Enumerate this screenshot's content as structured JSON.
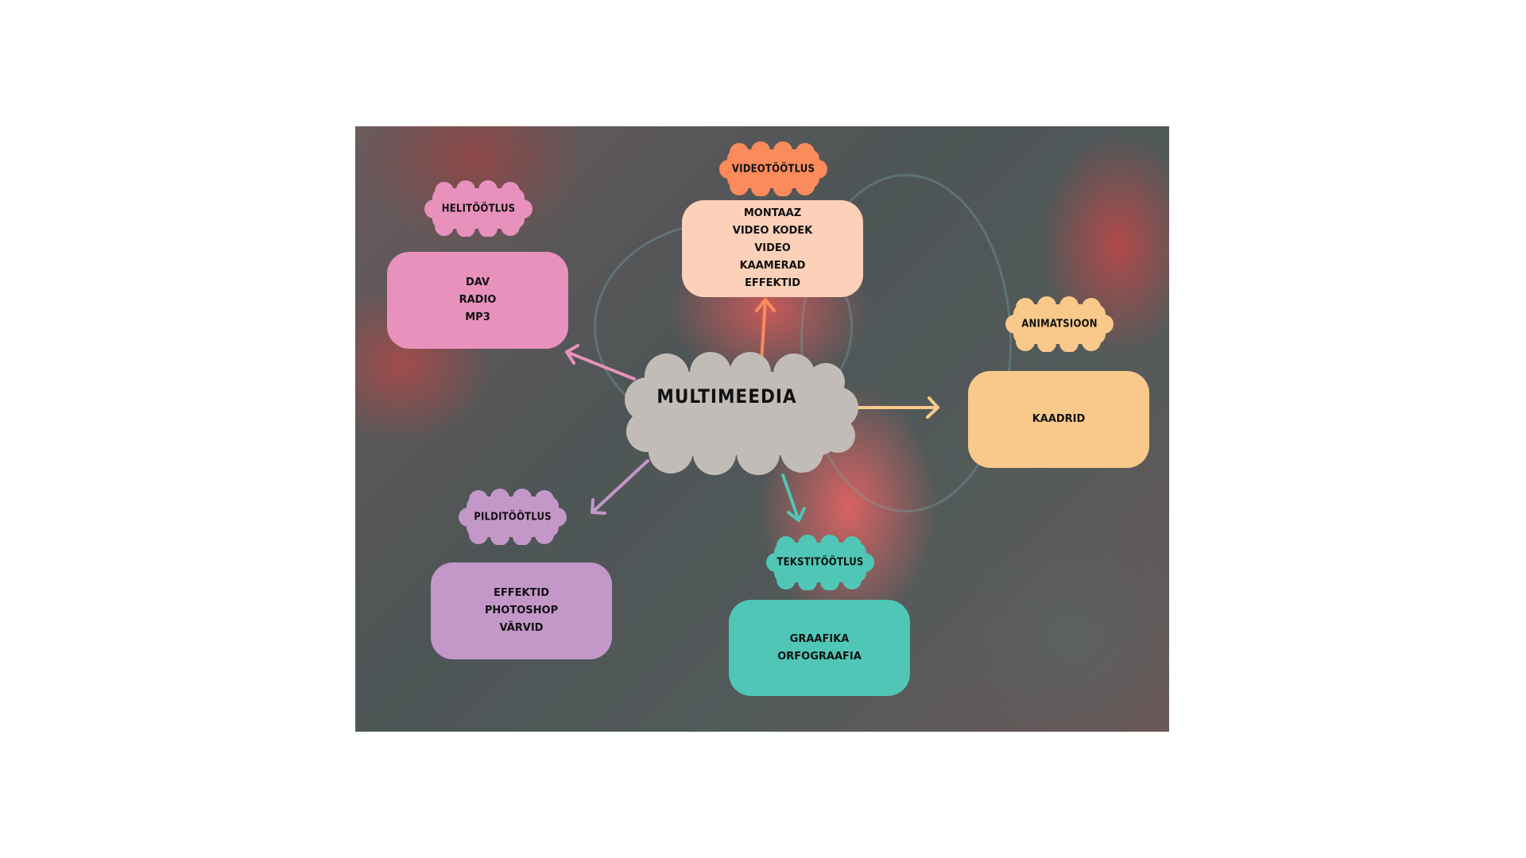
{
  "center": {
    "label": "MULTIMEEDIA",
    "color": "#c2bcb8"
  },
  "nodes": [
    {
      "id": "heli",
      "title": "HELITÖÖTLUS",
      "items": [
        "DAV",
        "RADIO",
        "MP3"
      ],
      "color": "#e891bd"
    },
    {
      "id": "video",
      "title": "VIDEOTÖÖTLUS",
      "items": [
        "MONTAAZ",
        "VIDEO KODEK",
        "VIDEO",
        "KAAMERAD",
        "EFFEKTID"
      ],
      "color": "#fc8b5b",
      "box_color": "#fdd0b9"
    },
    {
      "id": "animatsioon",
      "title": "ANIMATSIOON",
      "items": [
        "KAADRID"
      ],
      "color": "#f8c98a"
    },
    {
      "id": "pildi",
      "title": "PILDITÖÖTLUS",
      "items": [
        "EFFEKTID",
        "PHOTOSHOP",
        "VÄRVID"
      ],
      "color": "#c397c8"
    },
    {
      "id": "teksti",
      "title": "TEKSTITÖÖTLUS",
      "items": [
        "GRAAFIKA",
        "ORFOGRAAFIA"
      ],
      "color": "#50c7b6"
    }
  ]
}
